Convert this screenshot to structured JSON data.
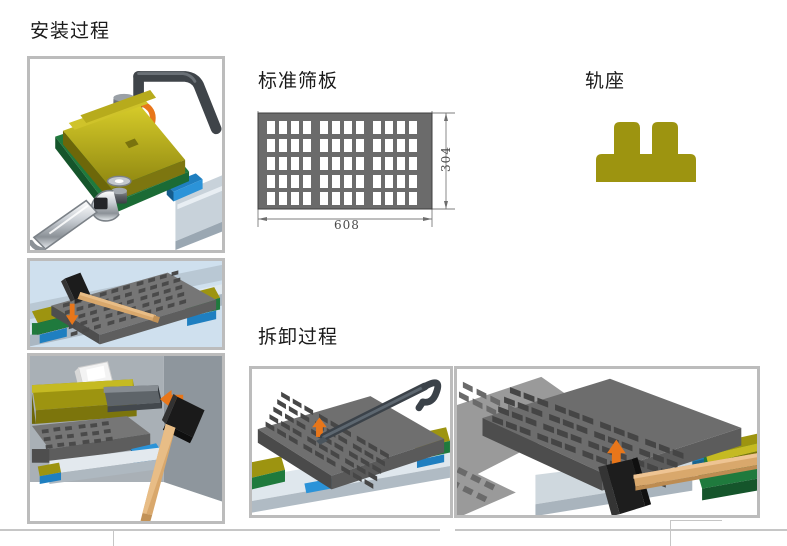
{
  "page": {
    "background": "#ffffff",
    "panel_border_color": "#bcbcbc",
    "accent_orange": "#e8761a",
    "rail_yellow": "#9d9410",
    "plate_gray": "#6b6b6b",
    "base_green": "#1f7a3d"
  },
  "sections": {
    "installation": {
      "title": "安装过程",
      "steps": [
        {
          "name": "step-bolt-tighten",
          "caption_icons": [
            "hex-key-icon",
            "bolt-icon",
            "washer-icon",
            "spanner-icon",
            "rotation-arrow-icon"
          ]
        },
        {
          "name": "step-mallet-seat",
          "caption_icons": [
            "rubber-mallet-icon",
            "screen-plate-icon",
            "down-arrow-icon"
          ]
        },
        {
          "name": "step-wedge-drive",
          "caption_icons": [
            "sledge-hammer-icon",
            "wedge-icon",
            "right-arrow-icon"
          ]
        }
      ]
    },
    "standard_plate": {
      "title": "标准筛板",
      "dimensions": {
        "width_label": "608",
        "height_label": "304",
        "units_note": ""
      },
      "grid": {
        "rows": 5,
        "columns": 12,
        "column_groups": [
          4,
          4,
          4
        ]
      }
    },
    "rail_seat": {
      "title": "轨座",
      "profile_color": "#9d9410"
    },
    "disassembly": {
      "title": "拆卸过程",
      "steps": [
        {
          "name": "step-pry-bar",
          "caption_icons": [
            "crowbar-icon",
            "screen-plate-icon",
            "up-arrow-icon"
          ]
        },
        {
          "name": "step-hammer-knock",
          "caption_icons": [
            "sledge-hammer-icon",
            "screen-plate-icon",
            "up-arrow-icon"
          ]
        }
      ]
    }
  }
}
